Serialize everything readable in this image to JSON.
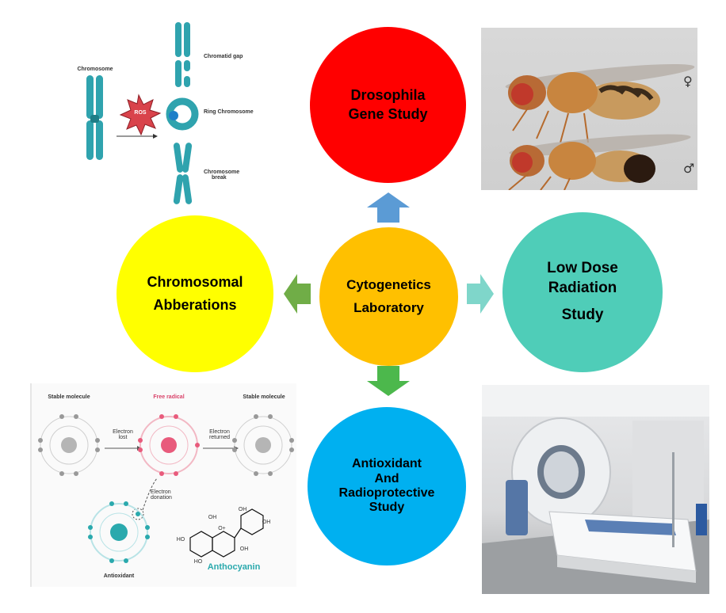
{
  "center": {
    "line1": "Cytogenetics",
    "line2": "Laboratory",
    "color": "#FFC000"
  },
  "top": {
    "line1": "Drosophila",
    "line2": "Gene Study",
    "color": "#FF0000"
  },
  "left": {
    "line1": "Chromosomal",
    "line2": "Abberations",
    "color": "#FFFF00"
  },
  "right": {
    "line1": "Low Dose",
    "line2": "Radiation",
    "line3": "Study",
    "color": "#4FCDB8"
  },
  "bottom": {
    "line1": "Antioxidant",
    "line2": "And",
    "line3": "Radioprotective",
    "line4": "Study",
    "color": "#00B0F0"
  },
  "arrows": {
    "up_color": "#5B9BD5",
    "left_color": "#70AD47",
    "right_color": "#7FD6CA",
    "down_color": "#4CB84C"
  },
  "chromosome_panel": {
    "chromosome": "Chromosome",
    "ros": "ROS",
    "chromatid_gap": "Chromatid gap",
    "ring": "Ring Chromosome",
    "break_1": "Chromosome",
    "break_2": "break"
  },
  "fly_photo": {
    "female": "♀",
    "male": "♂"
  },
  "radical_panel": {
    "stable_1": "Stable molecule",
    "free_radical": "Free radical",
    "stable_2": "Stable molecule",
    "electron_lost_1": "Electron",
    "electron_lost_2": "lost",
    "electron_returned_1": "Electron",
    "electron_returned_2": "returned",
    "electron_donation_1": "Electron",
    "electron_donation_2": "donation",
    "antioxidant": "Antioxidant",
    "anthocyanin": "Anthocyanin",
    "ho1": "HO",
    "ho2": "HO",
    "oh1": "OH",
    "oh2": "OH",
    "oh3": "OH",
    "oh4": "OH",
    "o_plus": "O+"
  }
}
